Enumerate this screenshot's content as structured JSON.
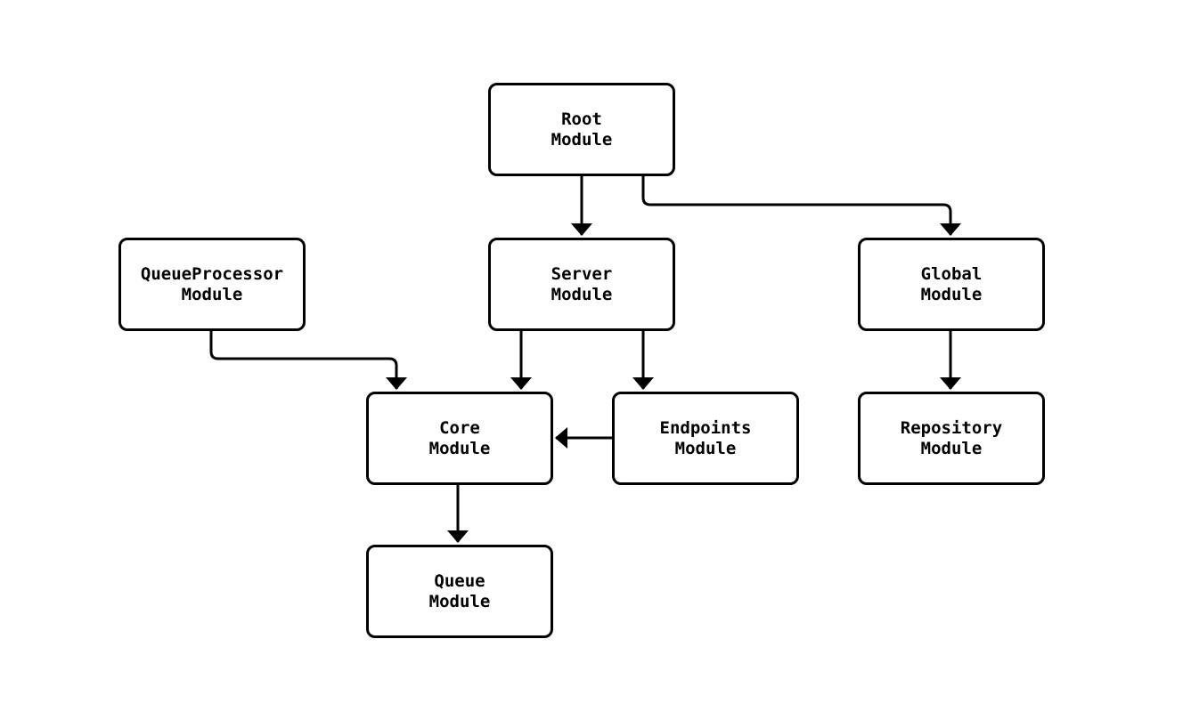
{
  "diagram": {
    "type": "flowchart",
    "background_color": "#ffffff",
    "node_fill_color": "#ffffff",
    "node_border_color": "#000000",
    "edge_color": "#000000",
    "nodes": {
      "root": {
        "label": "Root\nModule"
      },
      "queueprocessor": {
        "label": "QueueProcessor\nModule"
      },
      "server": {
        "label": "Server\nModule"
      },
      "global": {
        "label": "Global\nModule"
      },
      "core": {
        "label": "Core\nModule"
      },
      "endpoints": {
        "label": "Endpoints\nModule"
      },
      "repository": {
        "label": "Repository\nModule"
      },
      "queue": {
        "label": "Queue\nModule"
      }
    },
    "edges": [
      {
        "from": "Root Module",
        "to": "Server Module"
      },
      {
        "from": "Root Module",
        "to": "Global Module"
      },
      {
        "from": "QueueProcessor Module",
        "to": "Core Module"
      },
      {
        "from": "Server Module",
        "to": "Core Module"
      },
      {
        "from": "Server Module",
        "to": "Endpoints Module"
      },
      {
        "from": "Endpoints Module",
        "to": "Core Module"
      },
      {
        "from": "Global Module",
        "to": "Repository Module"
      },
      {
        "from": "Core Module",
        "to": "Queue Module"
      }
    ]
  }
}
